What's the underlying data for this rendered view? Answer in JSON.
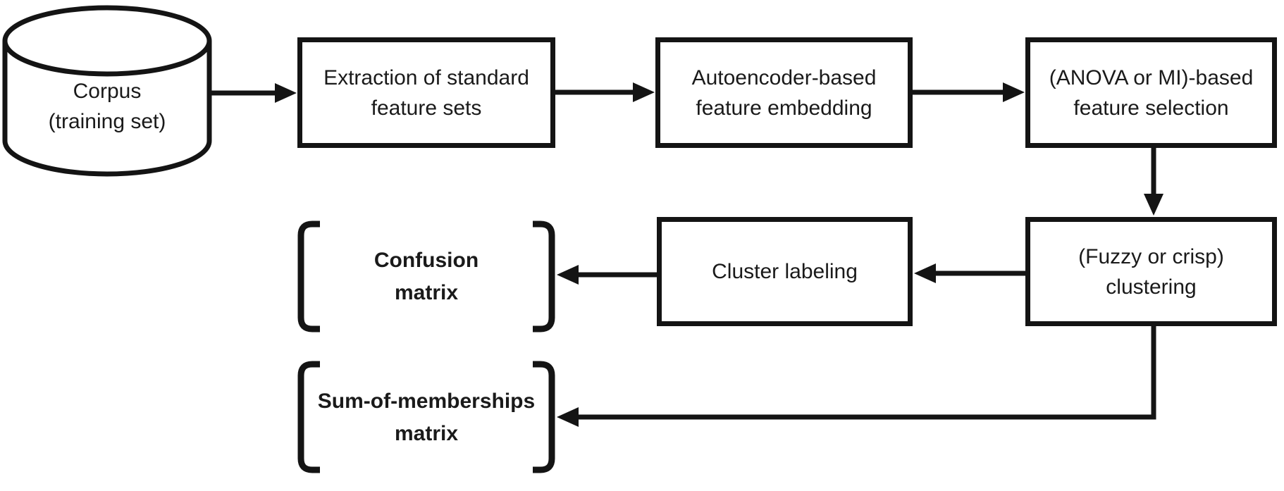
{
  "diagram": {
    "title": "Clustering pipeline flowchart",
    "background_color": "#ffffff",
    "stroke_color": "#141414",
    "text_color": "#1a1a1a",
    "nodes": {
      "corpus": {
        "shape": "cylinder",
        "line1": "Corpus",
        "line2": "(training set)"
      },
      "extraction": {
        "shape": "rect",
        "line1": "Extraction of standard",
        "line2": "feature sets"
      },
      "autoencoder": {
        "shape": "rect",
        "line1": "Autoencoder-based",
        "line2": "feature embedding"
      },
      "feature_selection": {
        "shape": "rect",
        "line1": "(ANOVA or MI)-based",
        "line2": "feature selection"
      },
      "clustering": {
        "shape": "rect",
        "line1": "(Fuzzy or crisp)",
        "line2": "clustering"
      },
      "cluster_labeling": {
        "shape": "rect",
        "line1": "Cluster labeling"
      },
      "confusion_matrix": {
        "shape": "bracket-matrix",
        "line1": "Confusion",
        "line2": "matrix"
      },
      "sum_of_memberships": {
        "shape": "bracket-matrix",
        "line1": "Sum-of-memberships",
        "line2": "matrix"
      }
    },
    "edges": [
      {
        "from": "corpus",
        "to": "extraction"
      },
      {
        "from": "extraction",
        "to": "autoencoder"
      },
      {
        "from": "autoencoder",
        "to": "feature_selection"
      },
      {
        "from": "feature_selection",
        "to": "clustering"
      },
      {
        "from": "clustering",
        "to": "cluster_labeling"
      },
      {
        "from": "cluster_labeling",
        "to": "confusion_matrix"
      },
      {
        "from": "clustering",
        "to": "sum_of_memberships"
      }
    ]
  }
}
